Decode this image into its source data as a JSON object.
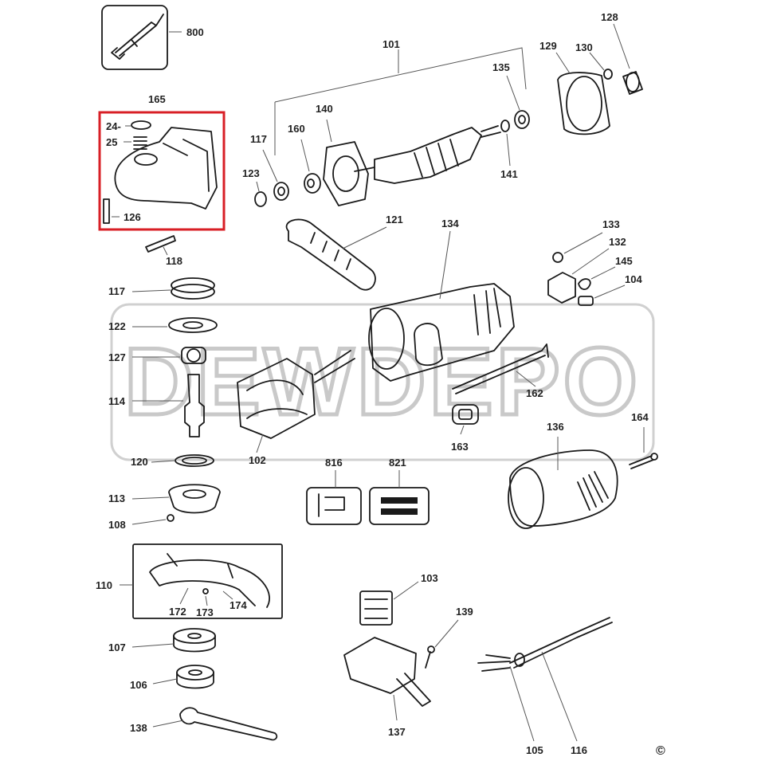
{
  "watermark": "DEWDEPO",
  "copyright_symbol": "©",
  "highlight_color": "#d81f26",
  "callouts": [
    {
      "id": "800"
    },
    {
      "id": "165"
    },
    {
      "id": "24-"
    },
    {
      "id": "25"
    },
    {
      "id": "126"
    },
    {
      "id": "118"
    },
    {
      "id": "117"
    },
    {
      "id": "122"
    },
    {
      "id": "127"
    },
    {
      "id": "114"
    },
    {
      "id": "120"
    },
    {
      "id": "113"
    },
    {
      "id": "108"
    },
    {
      "id": "110"
    },
    {
      "id": "172"
    },
    {
      "id": "173"
    },
    {
      "id": "174"
    },
    {
      "id": "107"
    },
    {
      "id": "106"
    },
    {
      "id": "138"
    },
    {
      "id": "101"
    },
    {
      "id": "128"
    },
    {
      "id": "129"
    },
    {
      "id": "130"
    },
    {
      "id": "135"
    },
    {
      "id": "140"
    },
    {
      "id": "117"
    },
    {
      "id": "160"
    },
    {
      "id": "123"
    },
    {
      "id": "141"
    },
    {
      "id": "121"
    },
    {
      "id": "134"
    },
    {
      "id": "133"
    },
    {
      "id": "132"
    },
    {
      "id": "145"
    },
    {
      "id": "104"
    },
    {
      "id": "102"
    },
    {
      "id": "162"
    },
    {
      "id": "163"
    },
    {
      "id": "164"
    },
    {
      "id": "136"
    },
    {
      "id": "816"
    },
    {
      "id": "821"
    },
    {
      "id": "103"
    },
    {
      "id": "139"
    },
    {
      "id": "137"
    },
    {
      "id": "105"
    },
    {
      "id": "116"
    }
  ]
}
